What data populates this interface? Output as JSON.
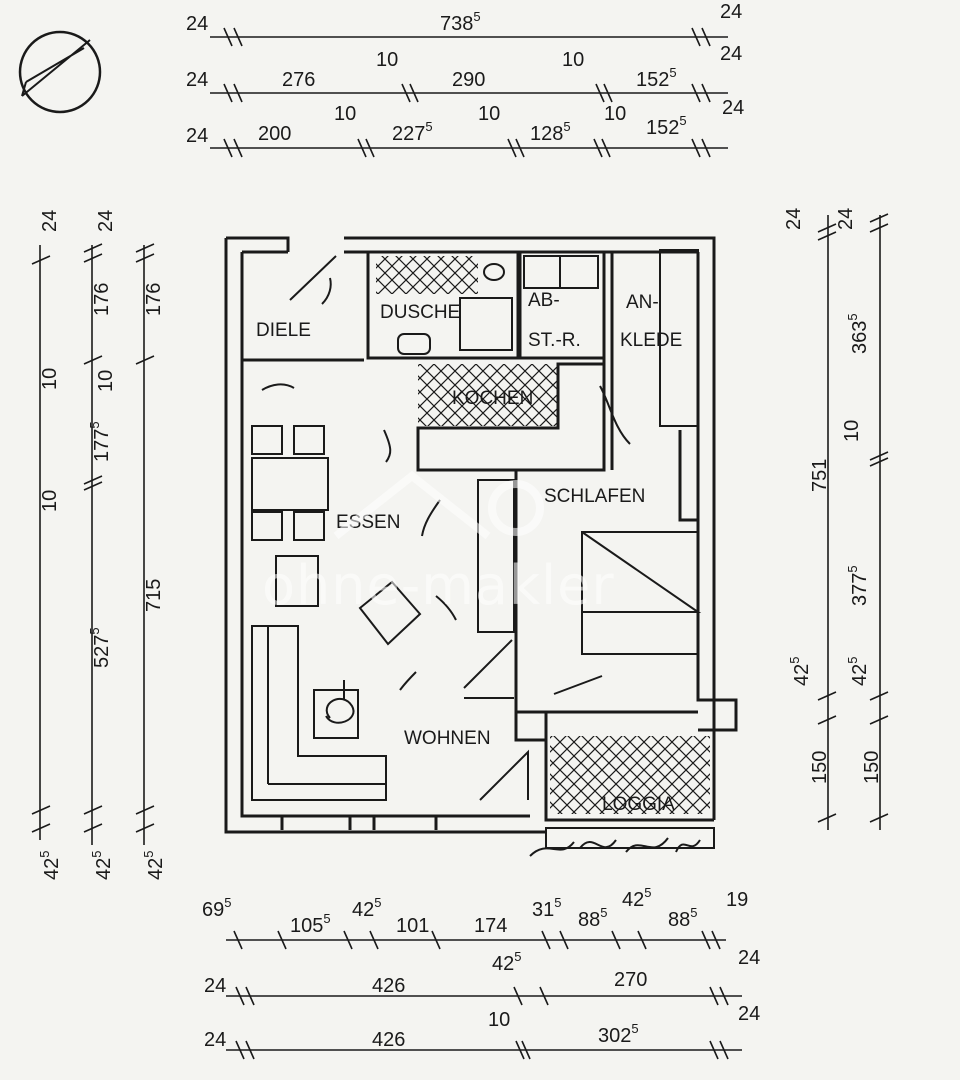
{
  "watermark": "ohne-makler",
  "rooms": {
    "diele": "DIELE",
    "dusche": "DUSCHE",
    "abst1": "AB-",
    "abst2": "ST.-R.",
    "ankl1": "AN-",
    "ankl2": "KLEDE",
    "kochen": "KOCHEN",
    "schlafen": "SCHLAFEN",
    "essen": "ESSEN",
    "wohnen": "WOHNEN",
    "loggia": "LOGGIA"
  },
  "dims": {
    "top1": [
      {
        "v": "24"
      },
      {
        "v": "738",
        "s": "5"
      },
      {
        "v": "24"
      }
    ],
    "top2": [
      {
        "v": "24"
      },
      {
        "v": "276"
      },
      {
        "v": "10"
      },
      {
        "v": "290"
      },
      {
        "v": "10"
      },
      {
        "v": "152",
        "s": "5"
      },
      {
        "v": "24"
      }
    ],
    "top3": [
      {
        "v": "24"
      },
      {
        "v": "200"
      },
      {
        "v": "10"
      },
      {
        "v": "227",
        "s": "5"
      },
      {
        "v": "10"
      },
      {
        "v": "128",
        "s": "5"
      },
      {
        "v": "10"
      },
      {
        "v": "152",
        "s": "5"
      },
      {
        "v": "24"
      }
    ],
    "bottom1": [
      {
        "v": "69",
        "s": "5"
      },
      {
        "v": "105",
        "s": "5"
      },
      {
        "v": "42",
        "s": "5"
      },
      {
        "v": "101"
      },
      {
        "v": "174"
      },
      {
        "v": "31",
        "s": "5"
      },
      {
        "v": "88",
        "s": "5"
      },
      {
        "v": "42",
        "s": "5"
      },
      {
        "v": "88",
        "s": "5"
      },
      {
        "v": "19"
      }
    ],
    "bottom2": [
      {
        "v": "24"
      },
      {
        "v": "426"
      },
      {
        "v": "42",
        "s": "5"
      },
      {
        "v": "270"
      },
      {
        "v": "24"
      }
    ],
    "bottom3": [
      {
        "v": "24"
      },
      {
        "v": "426"
      },
      {
        "v": "10"
      },
      {
        "v": "302",
        "s": "5"
      },
      {
        "v": "24"
      }
    ],
    "left1": [
      {
        "v": "24"
      },
      {
        "v": "10"
      },
      {
        "v": "10"
      },
      {
        "v": "42",
        "s": "5"
      }
    ],
    "left2": [
      {
        "v": "176"
      },
      {
        "v": "177",
        "s": "5"
      },
      {
        "v": "527",
        "s": "5"
      },
      {
        "v": "42",
        "s": "5"
      }
    ],
    "left3": [
      {
        "v": "24"
      },
      {
        "v": "176"
      },
      {
        "v": "10"
      },
      {
        "v": "715"
      },
      {
        "v": "42",
        "s": "5"
      }
    ],
    "right1": [
      {
        "v": "24"
      },
      {
        "v": "751"
      },
      {
        "v": "42",
        "s": "5"
      },
      {
        "v": "150"
      }
    ],
    "right2": [
      {
        "v": "24"
      },
      {
        "v": "363",
        "s": "5"
      },
      {
        "v": "10"
      },
      {
        "v": "377",
        "s": "5"
      },
      {
        "v": "42",
        "s": "5"
      },
      {
        "v": "150"
      }
    ]
  }
}
